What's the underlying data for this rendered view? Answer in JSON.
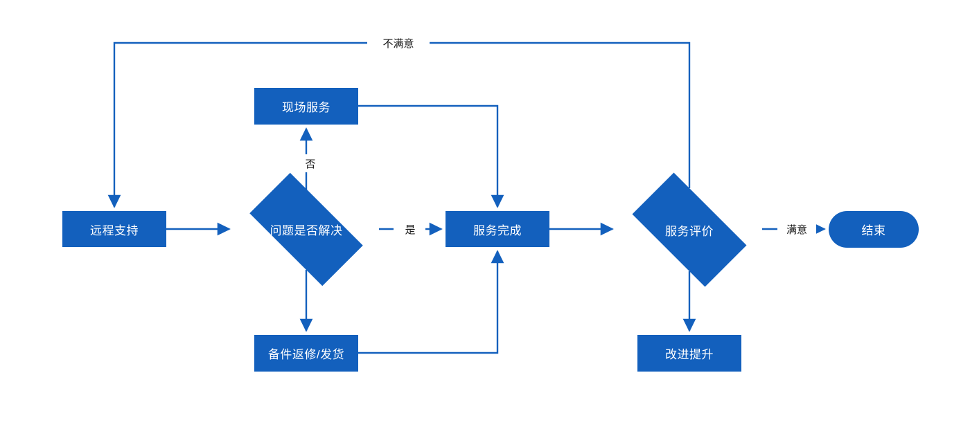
{
  "diagram": {
    "type": "flowchart",
    "title": "",
    "accent_color": "#1360BD",
    "background_color": "#FFFFFF",
    "label_color": "#1A1A1A",
    "node_text_color": "#FFFFFF",
    "nodes": [
      {
        "id": "remote-support",
        "label": "远程支持",
        "shape": "rectangle"
      },
      {
        "id": "problem-resolved",
        "label": "问题是否解决",
        "shape": "diamond"
      },
      {
        "id": "onsite-service",
        "label": "现场服务",
        "shape": "rectangle"
      },
      {
        "id": "service-complete",
        "label": "服务完成",
        "shape": "rectangle"
      },
      {
        "id": "parts-repair-ship",
        "label": "备件返修/发货",
        "shape": "rectangle"
      },
      {
        "id": "service-evaluation",
        "label": "服务评价",
        "shape": "diamond"
      },
      {
        "id": "improvement",
        "label": "改进提升",
        "shape": "rectangle"
      },
      {
        "id": "end",
        "label": "结束",
        "shape": "stadium"
      }
    ],
    "edge_labels": [
      {
        "id": "dissatisfied",
        "label": "不满意",
        "from": "service-evaluation",
        "to": "remote-support"
      },
      {
        "id": "no",
        "label": "否",
        "from": "problem-resolved",
        "to": "onsite-service"
      },
      {
        "id": "yes",
        "label": "是",
        "from": "problem-resolved",
        "to": "service-complete"
      },
      {
        "id": "satisfied",
        "label": "满意",
        "from": "service-evaluation",
        "to": "end"
      }
    ],
    "edges": [
      {
        "from": "remote-support",
        "to": "problem-resolved",
        "label": ""
      },
      {
        "from": "problem-resolved",
        "to": "onsite-service",
        "label": "否"
      },
      {
        "from": "problem-resolved",
        "to": "service-complete",
        "label": "是"
      },
      {
        "from": "problem-resolved",
        "to": "parts-repair-ship",
        "label": ""
      },
      {
        "from": "onsite-service",
        "to": "service-complete",
        "label": ""
      },
      {
        "from": "parts-repair-ship",
        "to": "service-complete",
        "label": ""
      },
      {
        "from": "service-complete",
        "to": "service-evaluation",
        "label": ""
      },
      {
        "from": "service-evaluation",
        "to": "end",
        "label": "满意"
      },
      {
        "from": "service-evaluation",
        "to": "improvement",
        "label": ""
      },
      {
        "from": "service-evaluation",
        "to": "remote-support",
        "label": "不满意"
      }
    ]
  }
}
